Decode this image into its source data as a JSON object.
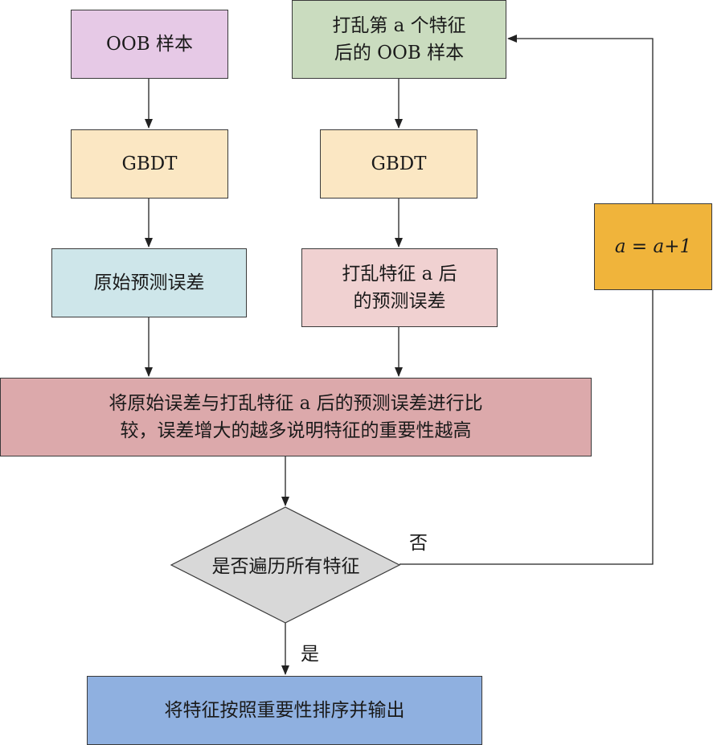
{
  "nodes": {
    "oob": "OOB 样本",
    "oob_shuffled": [
      "打乱第 a 个特征",
      "后的 OOB 样本"
    ],
    "gbdt_left": "GBDT",
    "gbdt_right": "GBDT",
    "orig_error": "原始预测误差",
    "shuffled_error": [
      "打乱特征 a 后",
      "的预测误差"
    ],
    "compare": [
      "将原始误差与打乱特征 a 后的预测误差进行比",
      "较，误差增大的越多说明特征的重要性越高"
    ],
    "decision": "是否遍历所有特征",
    "increment": "a = a+1",
    "output": "将特征按照重要性排序并输出"
  },
  "edges": {
    "no_label": "否",
    "yes_label": "是"
  },
  "colors": {
    "oob": "#e6c9e6",
    "oob_shuffled": "#cadcbf",
    "gbdt": "#fbe7c3",
    "orig_error": "#cee6ea",
    "shuffled_error": "#f0d1d1",
    "compare": "#dca9ab",
    "decision": "#d8d8d8",
    "increment": "#f0b43b",
    "output": "#8fb0e0"
  }
}
